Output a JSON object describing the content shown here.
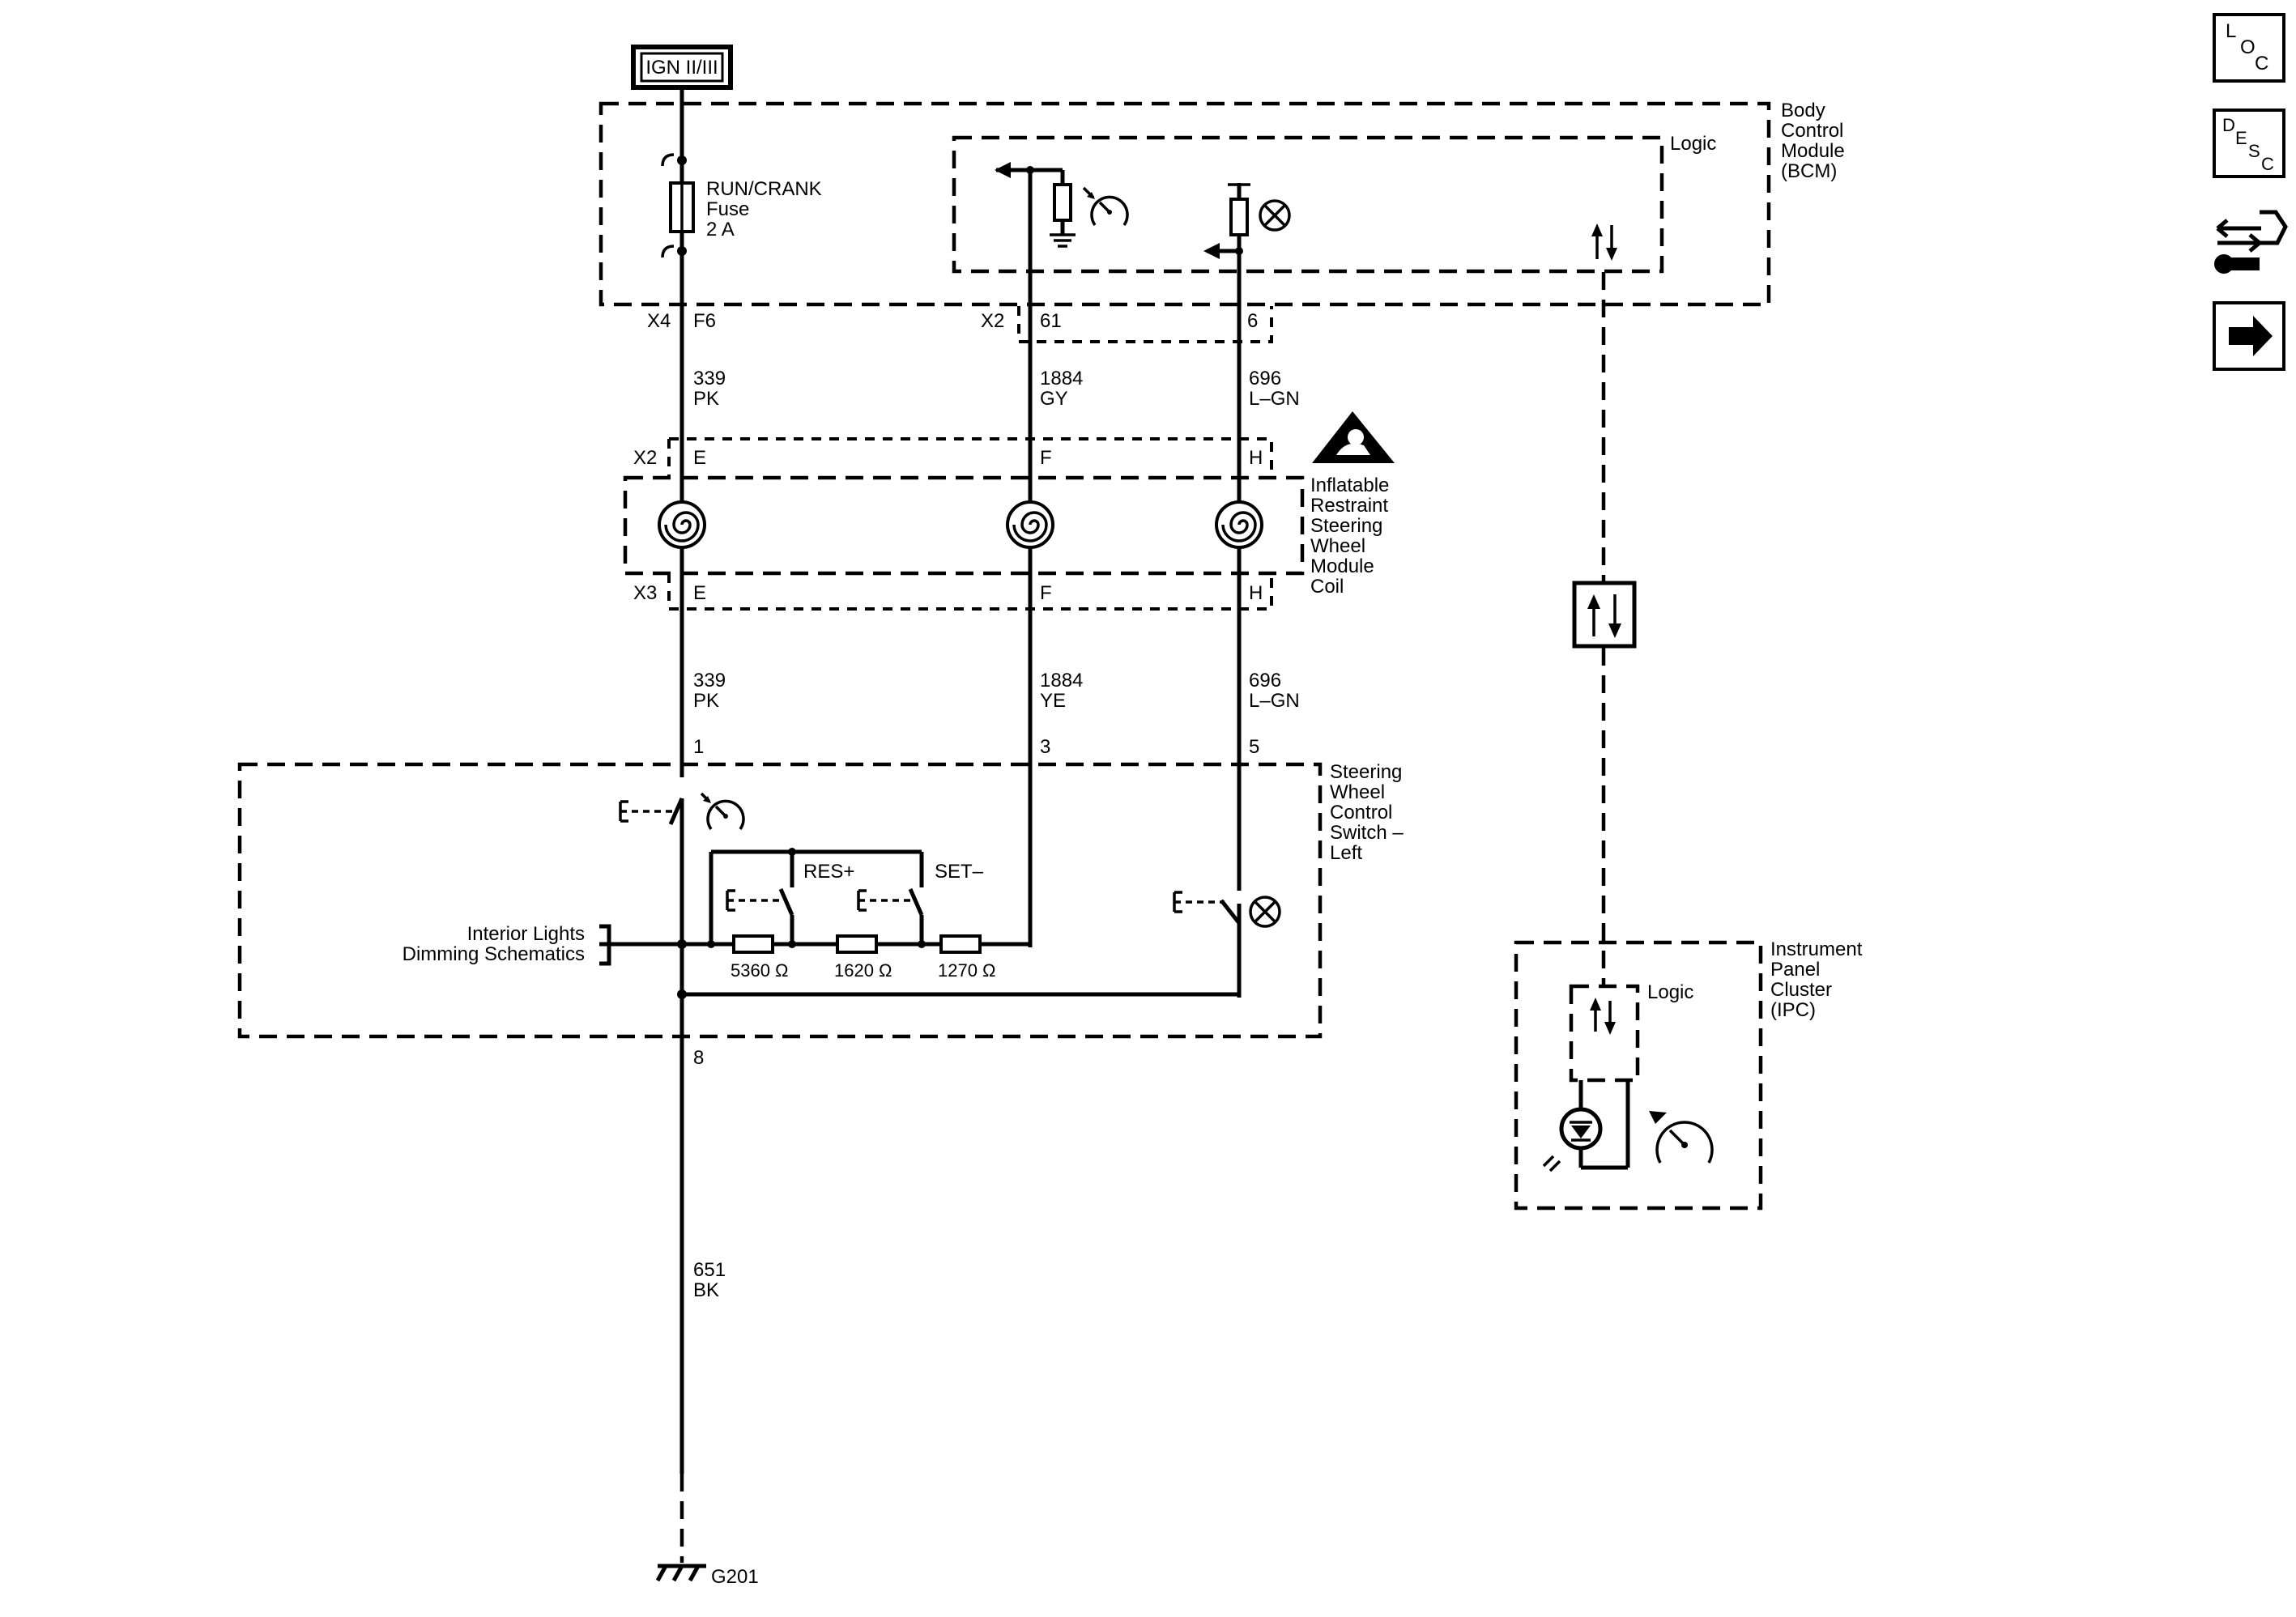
{
  "power": {
    "label": "IGN II/III"
  },
  "bcm": {
    "title_lines": [
      "Body",
      "Control",
      "Module",
      "(BCM)"
    ],
    "logic_label": "Logic",
    "fuse_lines": [
      "RUN/CRANK",
      "Fuse",
      "2 A"
    ],
    "x4_label": "X4",
    "x2_label": "X2",
    "pins": {
      "f6": "F6",
      "p61": "61",
      "p6": "6"
    }
  },
  "wires_upper": [
    {
      "circuit": "339",
      "color": "PK"
    },
    {
      "circuit": "1884",
      "color": "GY"
    },
    {
      "circuit": "696",
      "color": "L–GN"
    }
  ],
  "coil": {
    "title_lines": [
      "Inflatable",
      "Restraint",
      "Steering",
      "Wheel",
      "Module",
      "Coil"
    ],
    "x2_label": "X2",
    "x3_label": "X3",
    "top_pins": [
      "E",
      "F",
      "H"
    ],
    "bottom_pins": [
      "E",
      "F",
      "H"
    ]
  },
  "wires_lower": [
    {
      "circuit": "339",
      "color": "PK"
    },
    {
      "circuit": "1884",
      "color": "YE"
    },
    {
      "circuit": "696",
      "color": "L–GN"
    }
  ],
  "switch": {
    "title_lines": [
      "Steering",
      "Wheel",
      "Control",
      "Switch –",
      "Left"
    ],
    "pins": [
      "1",
      "3",
      "5"
    ],
    "res_label": "RES+",
    "set_label": "SET–",
    "resistors": [
      "5360 Ω",
      "1620 Ω",
      "1270 Ω"
    ],
    "dimming_lines": [
      "Interior Lights",
      "Dimming Schematics"
    ],
    "pin8": "8"
  },
  "ground_wire": {
    "circuit": "651",
    "color": "BK"
  },
  "ground": {
    "label": "G201"
  },
  "ipc": {
    "title_lines": [
      "Instrument",
      "Panel",
      "Cluster",
      "(IPC)"
    ],
    "logic_label": "Logic"
  },
  "nav": {
    "loc": [
      "L",
      "O",
      "C"
    ],
    "desc": [
      "D",
      "E",
      "S",
      "C"
    ],
    "icons": [
      "connector-icon",
      "arrow-right-icon"
    ]
  }
}
